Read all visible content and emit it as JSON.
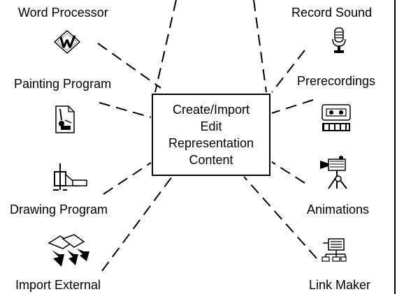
{
  "center": {
    "lines": [
      "Create/Import",
      "Edit",
      "Representation",
      "Content"
    ]
  },
  "tools": {
    "word_processor": {
      "label": "Word Processor",
      "icon": "word-processor-icon"
    },
    "painting_program": {
      "label": "Painting Program",
      "icon": "painting-icon"
    },
    "drawing_program": {
      "label": "Drawing Program",
      "icon": "drawing-icon"
    },
    "import_external": {
      "label": "Import External",
      "icon": "import-icon"
    },
    "record_sound": {
      "label": "Record Sound",
      "icon": "microphone-icon"
    },
    "prerecordings": {
      "label": "Prerecordings",
      "icon": "cassette-icon"
    },
    "animations": {
      "label": "Animations",
      "icon": "video-camera-icon"
    },
    "link_maker": {
      "label": "Link Maker",
      "icon": "link-maker-icon"
    }
  }
}
